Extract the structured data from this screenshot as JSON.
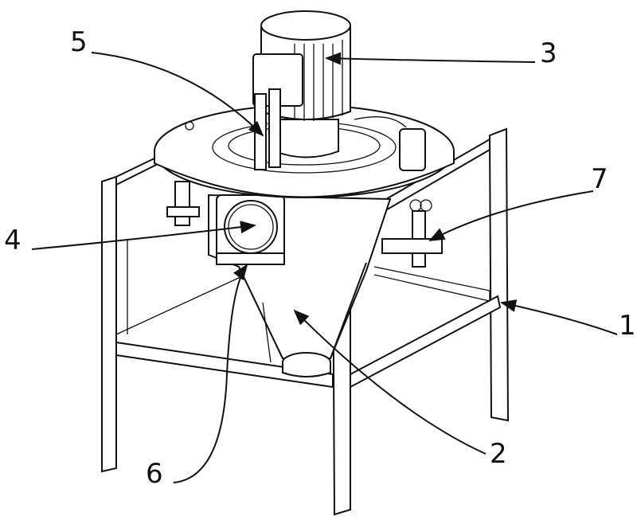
{
  "figure": {
    "labels": [
      {
        "id": "1",
        "text": "1",
        "part": "frame"
      },
      {
        "id": "2",
        "text": "2",
        "part": "hopper"
      },
      {
        "id": "3",
        "text": "3",
        "part": "motor"
      },
      {
        "id": "4",
        "text": "4",
        "part": "viewing-window"
      },
      {
        "id": "5",
        "text": "5",
        "part": "mounting-bracket"
      },
      {
        "id": "6",
        "text": "6",
        "part": "bottom-bracket"
      },
      {
        "id": "7",
        "text": "7",
        "part": "side-bracket"
      }
    ]
  }
}
